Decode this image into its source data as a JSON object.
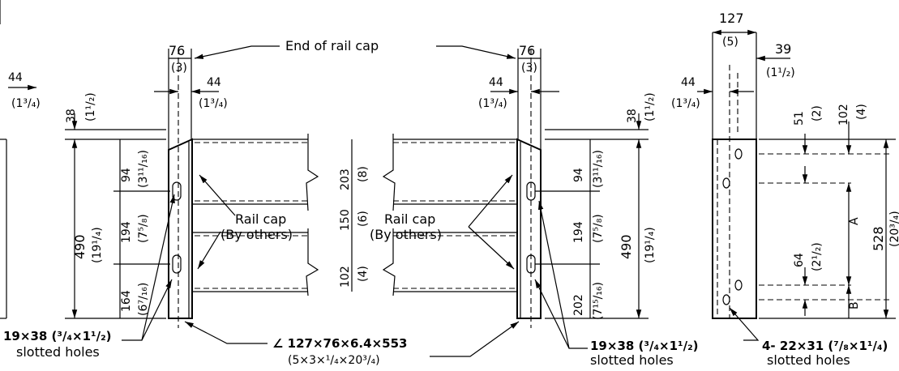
{
  "callouts": {
    "end_rail_cap": "End of rail cap",
    "rail_cap_left_1": "Rail  cap",
    "rail_cap_left_2": "(By others)",
    "rail_cap_right_1": "Rail  cap",
    "rail_cap_right_2": "(By others)",
    "angle_main": "∠ 127×76×6.4×553",
    "angle_sub": "(5×3×¹/₄×20³/₄)",
    "slot_left_main": "19×38 (³/₄×1¹/₂)",
    "slot_left_sub": "slotted holes",
    "slot_right_main": "19×38 (³/₄×1¹/₂)",
    "slot_right_sub": "slotted holes",
    "slot_side_main": "4- 22×31 (⁷/₈×1¹/₄)",
    "slot_side_sub": "slotted holes"
  },
  "dims": {
    "d76_left": "76",
    "d3_left": "(3)",
    "d76_right": "76",
    "d3_right": "(3)",
    "d44_a": "44",
    "d44_a_in": "(1³/₄)",
    "d44_b": "44",
    "d44_b_in": "(1³/₄)",
    "d44_c": "44",
    "d44_c_in": "(1³/₄)",
    "d44_d": "44",
    "d44_d_in": "(1³/₄)",
    "d38_left": "38",
    "d38_left_in": "(1¹/₂)",
    "d38_right": "38",
    "d38_right_in": "(1¹/₂)",
    "d490_left": "490",
    "d490_left_in": "(19¹/₄)",
    "d490_right": "490",
    "d490_right_in": "(19¹/₄)",
    "d94_left": "94",
    "d94_left_in": "(3¹¹/₁₆)",
    "d194_left": "194",
    "d194_left_in": "(7⁵/₈)",
    "d164_left": "164",
    "d164_left_in": "(6⁷/₁₆)",
    "d94_right": "94",
    "d94_right_in": "(3¹¹/₁₆)",
    "d194_right": "194",
    "d194_right_in": "(7⁵/₈)",
    "d202_right": "202",
    "d202_right_in": "(7¹⁵/₁₆)",
    "d203": "203",
    "d203_in": "(8)",
    "d150": "150",
    "d150_in": "(6)",
    "d102": "102",
    "d102_in": "(4)",
    "d127": "127",
    "d127_in": "(5)",
    "d39": "39",
    "d39_in": "(1¹/₂)",
    "d51": "51",
    "d51_in": "(2)",
    "d102_side": "102",
    "d102_side_in": "(4)",
    "d64": "64",
    "d64_in": "(2¹/₂)",
    "d528": "528",
    "d528_in": "(20³/₄)",
    "dA": "A",
    "dB": "B"
  }
}
